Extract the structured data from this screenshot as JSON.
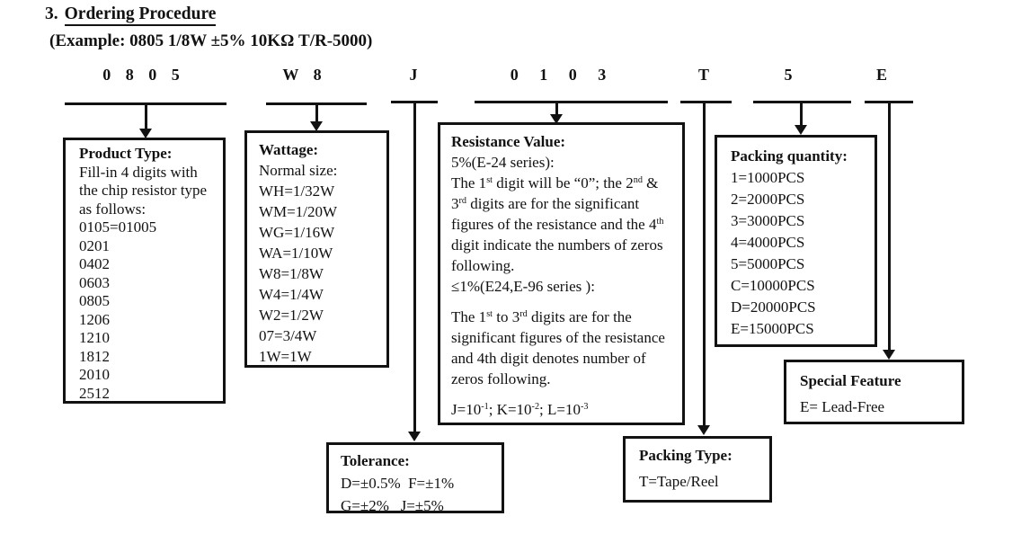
{
  "page": {
    "title_number": "3.",
    "title_text": "Ordering Procedure",
    "example": "(Example: 0805 1/8W ±5% 10KΩ T/R-5000)"
  },
  "codes": {
    "product": "0 8 0 5",
    "wattage": "W 8",
    "tolerance": "J",
    "resistance": "0 1 0 3",
    "packing_type": "T",
    "packing_qty": "5",
    "special": "E"
  },
  "boxes": {
    "product_type": {
      "title": "Product Type:",
      "intro": "Fill-in 4 digits with the chip resistor type as follows:",
      "items": [
        "0105=01005",
        "0201",
        "0402",
        "0603",
        "0805",
        "1206",
        "1210",
        "1812",
        "2010",
        "2512"
      ]
    },
    "wattage": {
      "title": "Wattage:",
      "intro": "Normal size:",
      "items": [
        "WH=1/32W",
        "WM=1/20W",
        "WG=1/16W",
        "WA=1/10W",
        "W8=1/8W",
        "W4=1/4W",
        "W2=1/2W",
        "07=3/4W",
        "1W=1W"
      ]
    },
    "resistance": {
      "title": "Resistance Value:",
      "line1": "5%(E-24 series):",
      "para1": "The 1^{st} digit will be “0”; the 2^{nd} & 3^{rd} digits are for the significant figures of the resistance and the 4^{th} digit indicate the numbers of zeros following.",
      "line2": "≤1%(E24,E-96 series ):",
      "para2": "The 1^{st} to 3^{rd} digits are for the significant figures of the resistance and 4th digit denotes number of zeros following.",
      "line3": "J=10^{-1}; K=10^{-2}; L=10^{-3}"
    },
    "packing_qty": {
      "title": "Packing quantity:",
      "items": [
        "1=1000PCS",
        "2=2000PCS",
        "3=3000PCS",
        "4=4000PCS",
        "5=5000PCS",
        "C=10000PCS",
        "D=20000PCS",
        "E=15000PCS"
      ]
    },
    "special": {
      "title": "Special Feature",
      "line": "E= Lead-Free"
    },
    "tolerance": {
      "title": "Tolerance:",
      "line1": "D=±0.5%  F=±1%",
      "line2": "G=±2%   J=±5%"
    },
    "packing_type": {
      "title": "Packing Type:",
      "line": "T=Tape/Reel"
    }
  },
  "colors": {
    "ink": "#121212",
    "paper": "#ffffff"
  }
}
